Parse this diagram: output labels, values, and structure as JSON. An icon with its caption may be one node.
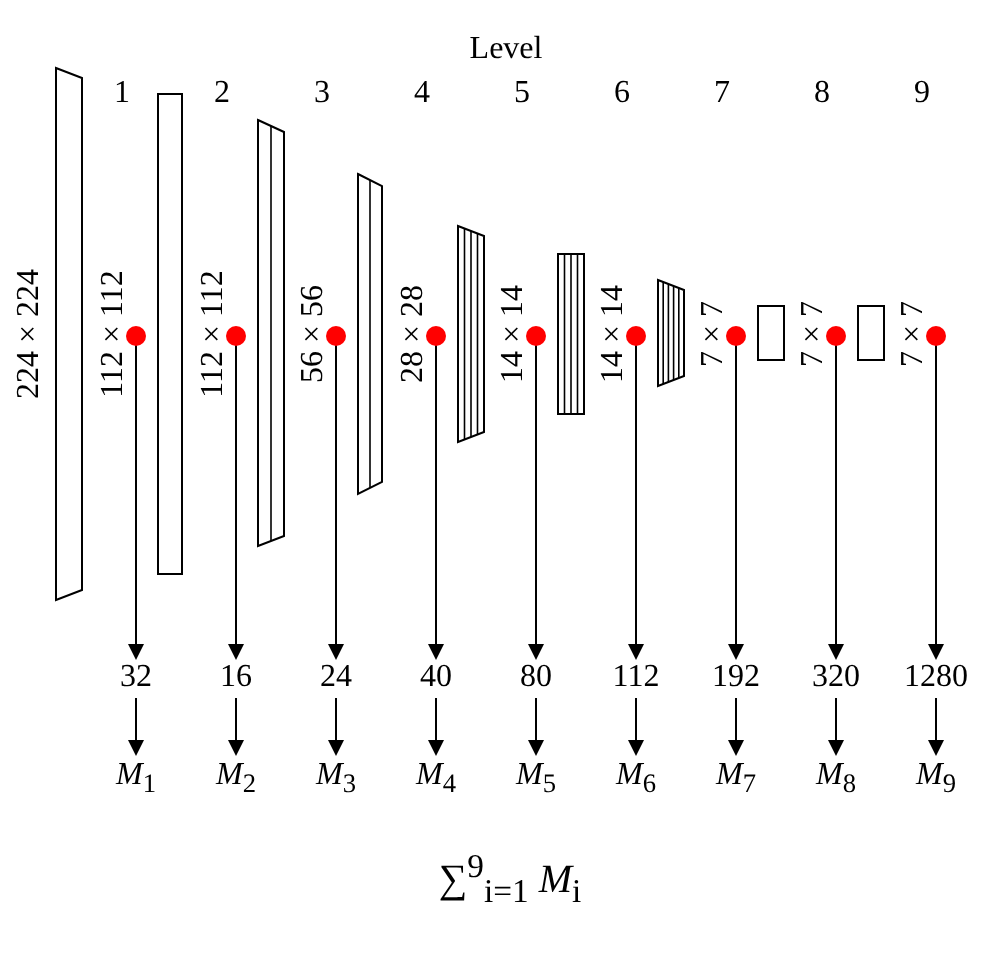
{
  "diagram": {
    "nodes": [
      {
        "text": [],
        "shape": "circle"
      },
      {
        "text": [],
        "shape": "circle"
      },
      {
        "text": [],
        "shape": "circle"
      },
      {
        "text": [],
        "shape": "circle"
      },
      {
        "text": [],
        "shape": "circle"
      },
      {
        "text": [],
        "shape": "circle"
      },
      {
        "text": [],
        "shape": "circle"
      },
      {
        "text": [],
        "shape": "circle"
      },
      {
        "text": [],
        "shape": "circle"
      },
      {
        "text": [
          "32"
        ]
      },
      {
        "text": [
          "16"
        ]
      },
      {
        "text": [
          "24"
        ]
      },
      {
        "text": [
          "40"
        ]
      },
      {
        "text": [
          "80"
        ]
      },
      {
        "text": [
          "112"
        ]
      },
      {
        "text": [
          "192"
        ]
      },
      {
        "text": [
          "320"
        ]
      },
      {
        "text": [
          "1280"
        ]
      },
      {
        "text": [
          "*M*$_{1}$"
        ]
      },
      {
        "text": [
          "*M*$_{2}$"
        ]
      },
      {
        "text": [
          "*M*$_{3}$"
        ]
      },
      {
        "text": [
          "*M*$_{4}$"
        ]
      },
      {
        "text": [
          "*M*$_{5}$"
        ]
      },
      {
        "text": [
          "*M*$_{6}$"
        ]
      },
      {
        "text": [
          "*M*$_{7}$"
        ]
      },
      {
        "text": [
          "*M*$_{8}$"
        ]
      },
      {
        "text": [
          "*M*$_{9}$"
        ]
      }
    ],
    "edges": [
      {
        "from": 0,
        "to": 9,
        "arrow": "to"
      },
      {
        "from": 1,
        "to": 10,
        "arrow": "to"
      },
      {
        "from": 2,
        "to": 11,
        "arrow": "to"
      },
      {
        "from": 3,
        "to": 12,
        "arrow": "to"
      },
      {
        "from": 4,
        "to": 13,
        "arrow": "to"
      },
      {
        "from": 5,
        "to": 14,
        "arrow": "to"
      },
      {
        "from": 6,
        "to": 15,
        "arrow": "to"
      },
      {
        "from": 7,
        "to": 16,
        "arrow": "to"
      },
      {
        "from": 8,
        "to": 17,
        "arrow": "to"
      },
      {
        "from": 9,
        "to": 18,
        "arrow": "to"
      },
      {
        "from": 10,
        "to": 19,
        "arrow": "to"
      },
      {
        "from": 11,
        "to": 20,
        "arrow": "to"
      },
      {
        "from": 12,
        "to": 21,
        "arrow": "to"
      },
      {
        "from": 13,
        "to": 22,
        "arrow": "to"
      },
      {
        "from": 14,
        "to": 23,
        "arrow": "to"
      },
      {
        "from": 15,
        "to": 24,
        "arrow": "to"
      },
      {
        "from": 16,
        "to": 25,
        "arrow": "to"
      },
      {
        "from": 17,
        "to": 26,
        "arrow": "to"
      }
    ],
    "labels": [
      "Level",
      "1",
      "2",
      "3",
      "4",
      "5",
      "6",
      "7",
      "8",
      "9",
      "224 × 224",
      "112 × 112",
      "112 × 112",
      "56 × 56",
      "28 × 28",
      "14 × 14",
      "14 × 14",
      "7 × 7",
      "7 × 7",
      "7 × 7",
      "∑$^{9}$$_{i=1}$ *M*$_{i}$"
    ]
  }
}
